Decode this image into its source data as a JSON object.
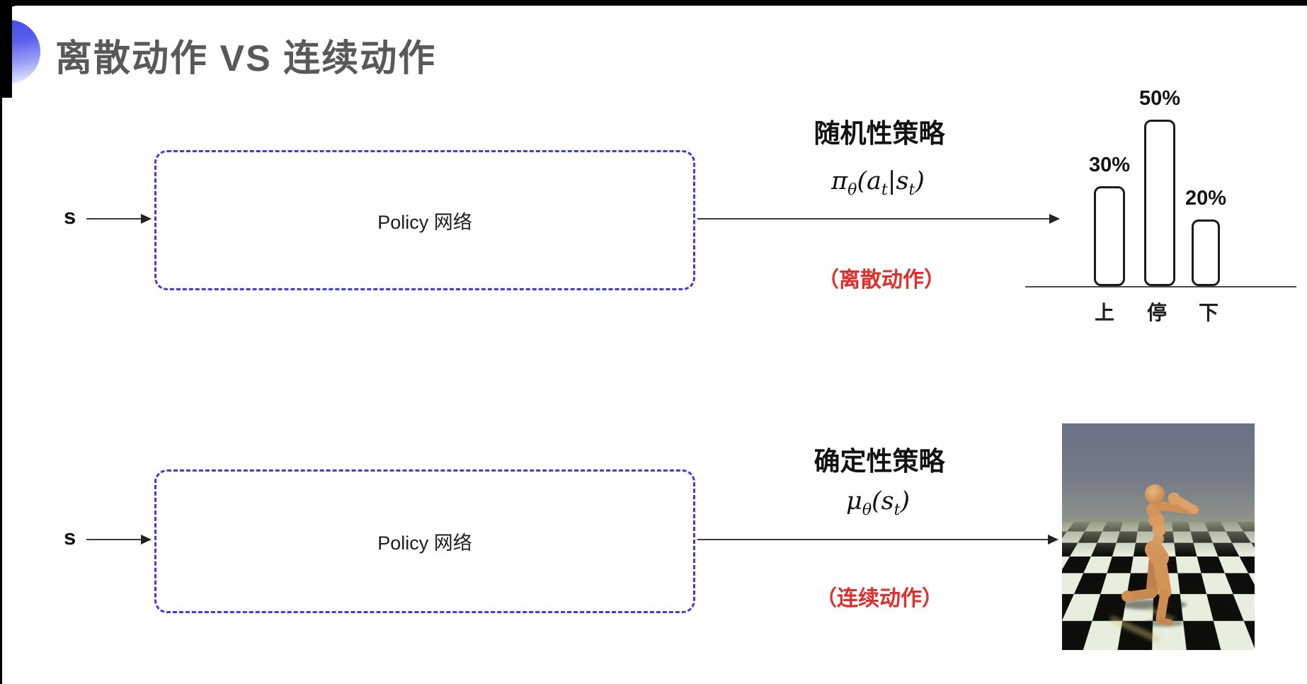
{
  "slide": {
    "title": "离散动作 VS 连续动作",
    "title_color": "#58595b",
    "box_border_color": "#3d3dd8",
    "highlight_color": "#dd2f2c",
    "accent_color": "#4347e6"
  },
  "stochastic_row": {
    "input_label": "s",
    "box_label": "Policy 网络",
    "policy_name": "随机性策略",
    "formula": {
      "symbol": "π",
      "theta": "θ",
      "p1": "(a",
      "t1": "t",
      "p2": "|s",
      "t2": "t",
      "p3": ")"
    },
    "action_note": "（离散动作）"
  },
  "deterministic_row": {
    "input_label": "s",
    "box_label": "Policy 网络",
    "policy_name": "确定性策略",
    "formula": {
      "symbol": "μ",
      "theta": "θ",
      "p1": "(s",
      "t1": "t",
      "p3": ")"
    },
    "action_note": "（连续动作）"
  },
  "chart_data": {
    "type": "bar",
    "categories": [
      "上",
      "停",
      "下"
    ],
    "values": [
      30,
      50,
      20
    ],
    "value_labels": [
      "30%",
      "50%",
      "20%"
    ],
    "title": "",
    "xlabel": "",
    "ylabel": "",
    "ylim": [
      0,
      55
    ],
    "grid": false,
    "legend": false,
    "bar_fill": "#ffffff",
    "bar_border": "#1c1c1c"
  }
}
